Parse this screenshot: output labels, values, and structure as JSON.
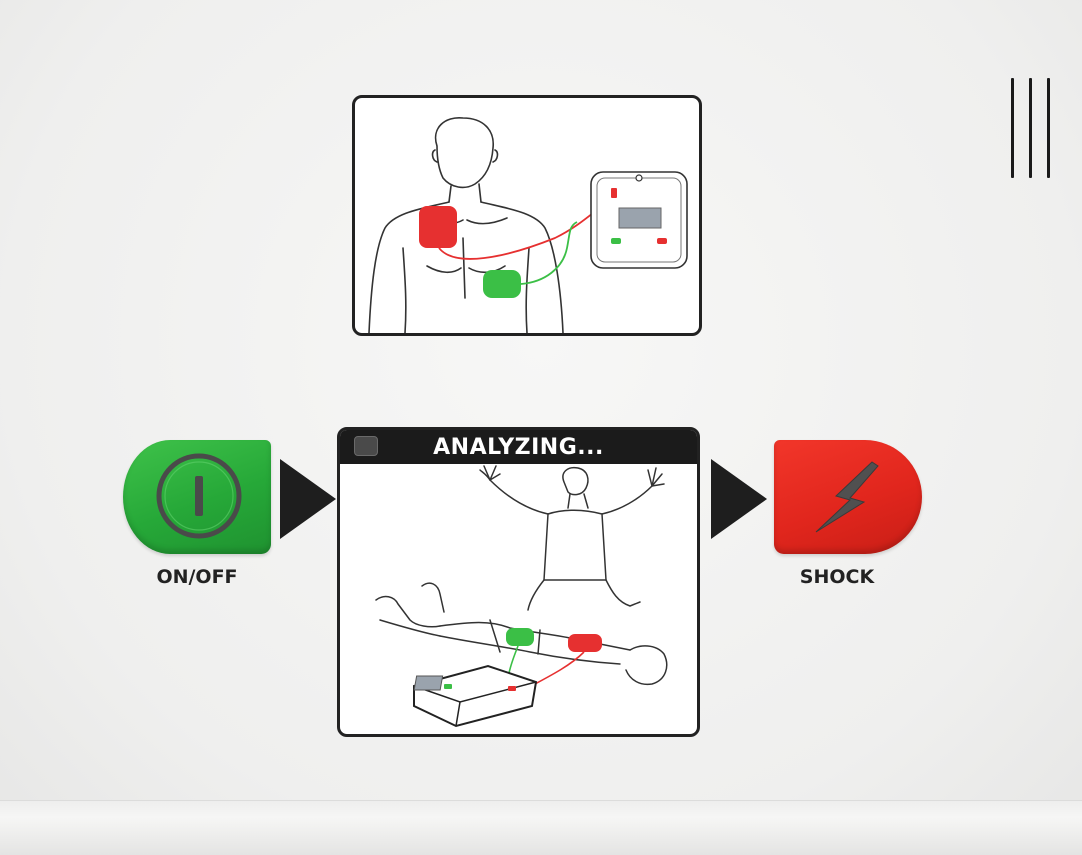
{
  "analysis_panel": {
    "header": "ANALYZING..."
  },
  "buttons": {
    "on_off": {
      "label": "ON/OFF",
      "icon": "power-icon",
      "color": "#2bb33d"
    },
    "shock": {
      "label": "SHOCK",
      "icon": "lightning-bolt-icon",
      "color": "#e4281f"
    }
  },
  "colors": {
    "pad_red": "#e63030",
    "pad_green": "#3bbf46",
    "ink": "#1e1e1e"
  }
}
